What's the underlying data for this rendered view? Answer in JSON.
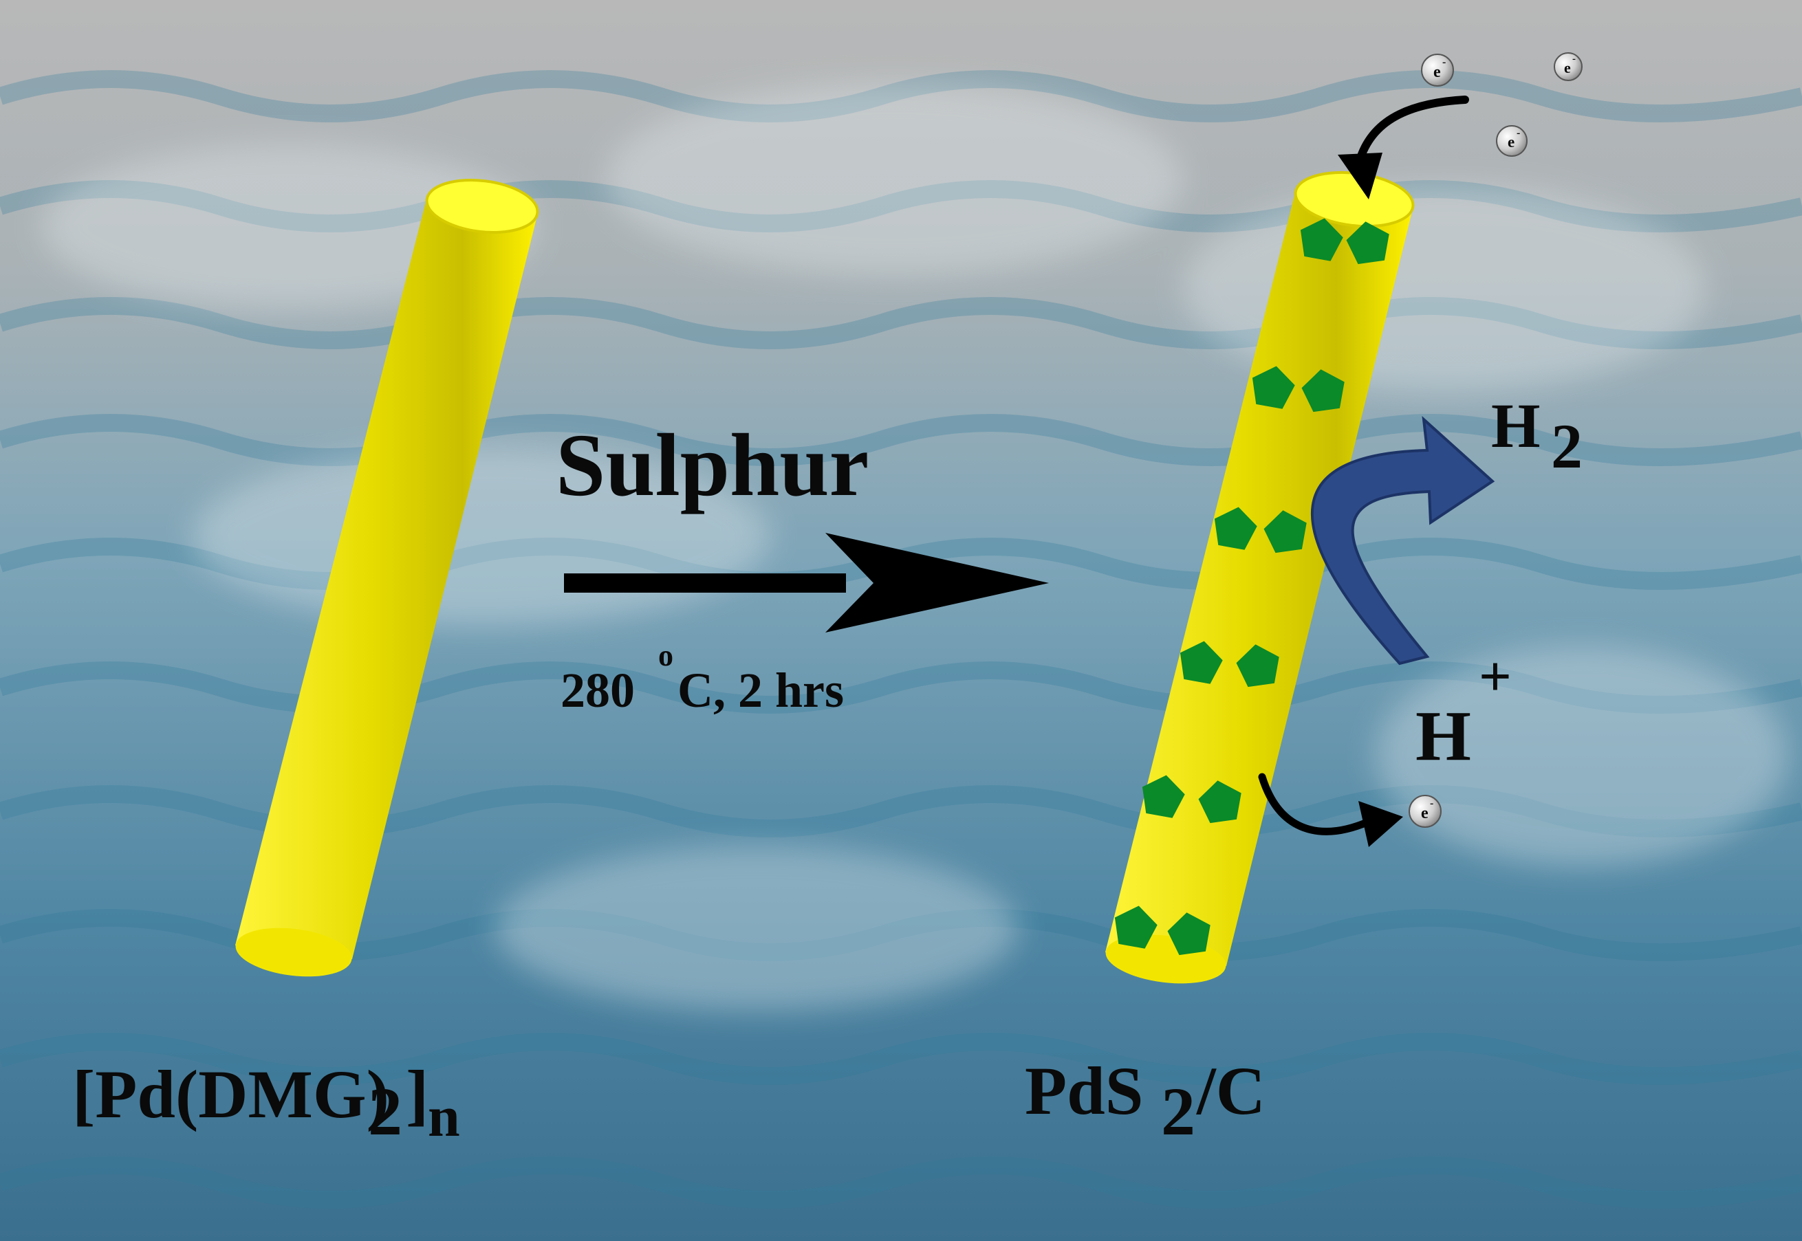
{
  "colors": {
    "rod": "#ffff00",
    "rod_edge": "#b3a800",
    "particle": "#0a8a28",
    "arrow": "#000000",
    "curved_arrow": "#2f4f8f",
    "electron": "#cfcfcf"
  },
  "reaction": {
    "reagent": "Sulphur",
    "temperature": "280",
    "degree_mark": "o",
    "conditions_rest": "C, 2 hrs"
  },
  "reactant": {
    "open": "[Pd(DMG)",
    "subscript_2": "2",
    "close": "]",
    "subscript_n": "n"
  },
  "product": {
    "prefix": "PdS",
    "subscript": "2",
    "suffix": "/C"
  },
  "hydrogen_gas": {
    "symbol": "H",
    "subscript": "2"
  },
  "proton": {
    "symbol": "H",
    "charge": "+"
  },
  "electron": {
    "symbol": "e",
    "charge": "-"
  }
}
